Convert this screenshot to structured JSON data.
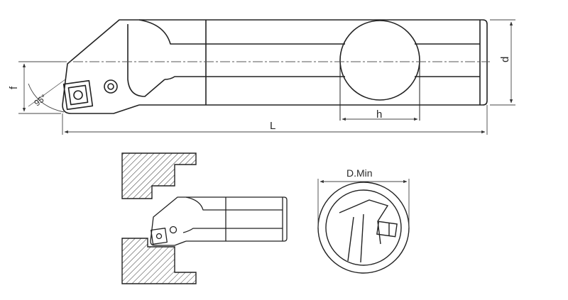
{
  "drawing": {
    "main_view": {
      "angle_label": "95°",
      "dim_f": "f",
      "dim_d": "d",
      "dim_h": "h",
      "dim_L": "L"
    },
    "end_view": {
      "dim_d_min": "D.Min"
    }
  }
}
